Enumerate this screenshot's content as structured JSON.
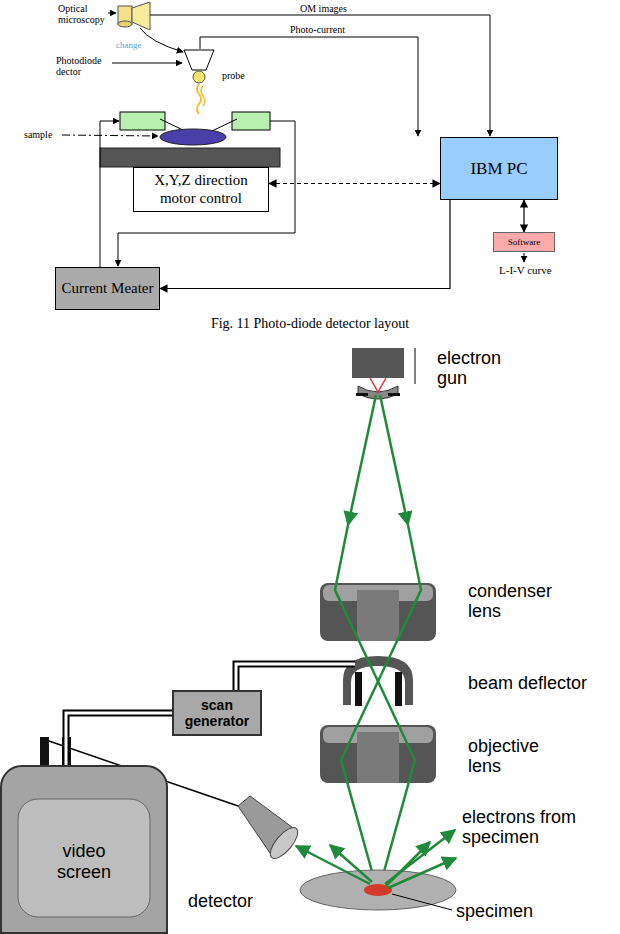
{
  "diagram": {
    "caption": "Fig. 11 Photo-diode detector layout",
    "nodes": [
      {
        "text": [
          "X,Y,Z direction motor control"
        ]
      },
      {
        "text": [
          "IBM PC"
        ]
      },
      {
        "text": [
          "Software"
        ]
      },
      {
        "text": [
          "Current Meater"
        ]
      },
      {
        "text": [
          "scan generator"
        ]
      },
      {
        "text": [
          "video screen"
        ]
      }
    ],
    "edges": [
      {
        "from": 0,
        "to": 1,
        "arrow": "both"
      },
      {
        "from": 1,
        "to": 2,
        "arrow": "both"
      },
      {
        "from": 1,
        "to": 3,
        "arrow": "to"
      },
      {
        "from": 4,
        "to": 5,
        "arrow": "none"
      }
    ],
    "labels": [
      "Optical microscopy",
      "change",
      "Photodiode dector",
      "probe",
      "sample",
      "OM images",
      "Photo-current",
      "L-I-V curve",
      "electron gun",
      "condenser lens",
      "beam deflector",
      "objective lens",
      "electrons from specimen",
      "detector",
      "specimen"
    ]
  }
}
